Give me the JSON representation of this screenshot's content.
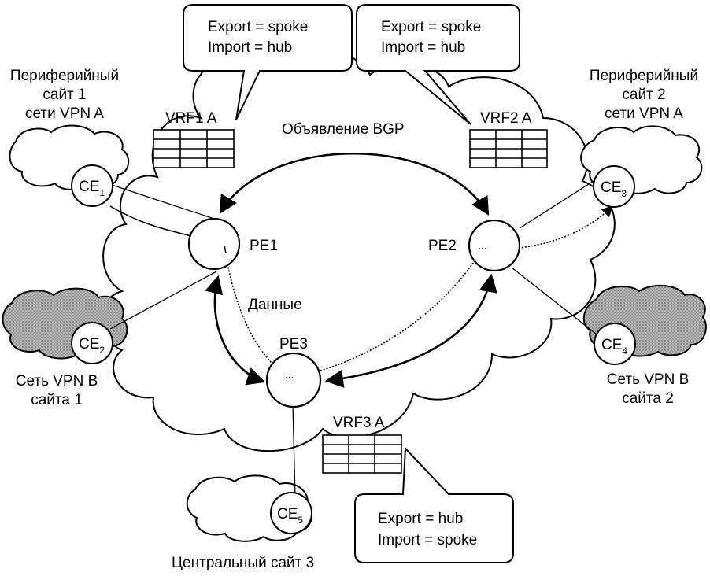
{
  "callouts": {
    "vrf1": {
      "export": "Export = spoke",
      "import": "Import = hub"
    },
    "vrf2": {
      "export": "Export = spoke",
      "import": "Import = hub"
    },
    "vrf3": {
      "export": "Export = hub",
      "import": "Import = spoke"
    }
  },
  "vrf": {
    "vrf1": "VRF1 A",
    "vrf2": "VRF2 A",
    "vrf3": "VRF3 A"
  },
  "routers": {
    "pe1": "PE1",
    "pe2": "PE2",
    "pe3": "PE3"
  },
  "ce": {
    "ce1": {
      "base": "CE",
      "sub": "1"
    },
    "ce2": {
      "base": "CE",
      "sub": "2"
    },
    "ce3": {
      "base": "CE",
      "sub": "3"
    },
    "ce4": {
      "base": "CE",
      "sub": "4"
    },
    "ce5": {
      "base": "CE",
      "sub": "5"
    }
  },
  "sites": {
    "site1": [
      "Периферийный",
      "сайт 1",
      "сети VPN A"
    ],
    "site2": [
      "Периферийный",
      "сайт 2",
      "сети VPN A"
    ],
    "vpnb1": [
      "Сеть VPN B",
      "сайта 1"
    ],
    "vpnb2": [
      "Сеть VPN B",
      "сайта 2"
    ],
    "central": "Центральный сайт 3"
  },
  "labels": {
    "bgp": "Объявление BGP",
    "data": "Данные"
  }
}
